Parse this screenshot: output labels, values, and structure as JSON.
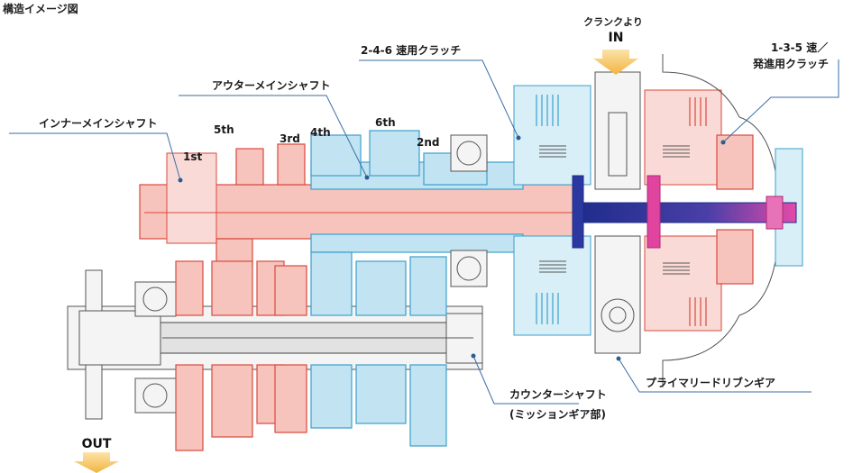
{
  "title": "構造イメージ図",
  "labels": {
    "crank": "クランクより",
    "in": "IN",
    "out": "OUT",
    "clutch_246": "2-4-6 速用クラッチ",
    "clutch_135_line1": "1-3-5 速／",
    "clutch_135_line2": "発進用クラッチ",
    "outer_main": "アウターメインシャフト",
    "inner_main": "インナーメインシャフト",
    "counter_line1": "カウンターシャフト",
    "counter_line2": "(ミッションギア部)",
    "primary": "プライマリードリブンギア"
  },
  "gears": {
    "first": "1st",
    "fifth": "5th",
    "third": "3rd",
    "fourth": "4th",
    "sixth": "6th",
    "second": "2nd"
  },
  "colors": {
    "odd_gears": "#f6c3bd",
    "even_gears": "#c2e4f2",
    "leader_line": "#3a6ea5",
    "arrow": "#f2b441"
  }
}
